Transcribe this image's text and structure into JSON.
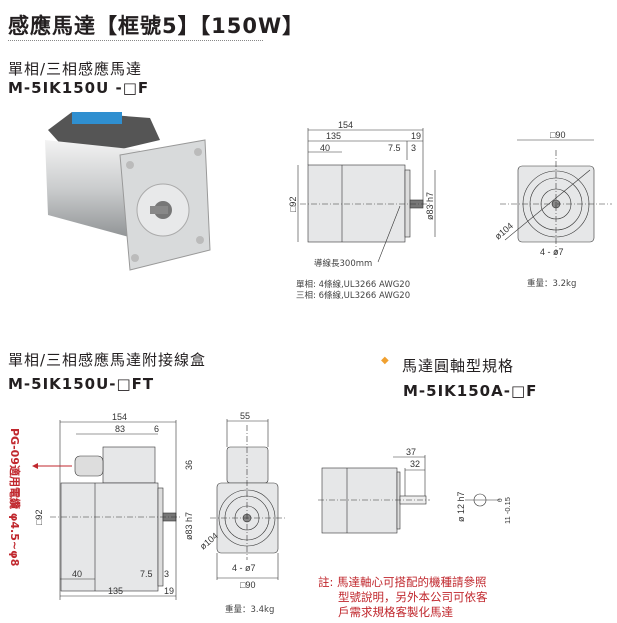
{
  "page": {
    "title": "感應馬達【框號5】【150W】"
  },
  "section1": {
    "heading": "單相/三相感應馬達",
    "model": "M-5IK150U -□F",
    "dims": {
      "overall": "154",
      "body": "135",
      "shaft": "19",
      "rear": "40",
      "flange": "7.5",
      "gap": "3",
      "square": "□92",
      "pilot": "ø83 h7"
    },
    "lead_length": "導線長300mm",
    "wiring": [
      "單相:  4條線,UL3266 AWG20",
      "三相:  6條線,UL3266 AWG20"
    ],
    "front": {
      "square": "□90",
      "pcd": "ø104",
      "holes": "4 - ø7"
    },
    "weight": "重量：3.2kg"
  },
  "section2": {
    "heading": "單相/三相感應馬達附接線盒",
    "model": "M-5IK150U-□FT",
    "cable_note": "PG-09適用電纜 φ4.5~φ8",
    "dims": {
      "overall": "154",
      "box": "83",
      "box_offset": "6",
      "box_height": "36",
      "square": "□92",
      "pilot": "ø83 h7",
      "rear": "40",
      "flange": "7.5",
      "gap": "3",
      "body": "135",
      "shaft": "19"
    },
    "front": {
      "box_width": "55",
      "pcd": "ø104",
      "holes": "4 - ø7",
      "square": "□90"
    },
    "weight": "重量：3.4kg"
  },
  "section3": {
    "bullet": "◆",
    "heading": "馬達圓軸型規格",
    "model": "M-5IK150A-□F",
    "dims": {
      "shaft_total": "37",
      "shaft_usable": "32",
      "shaft_dia": "ø 12 h7",
      "flat": "11 -0.15",
      "flat_upper": "0"
    },
    "note": [
      "註: 馬達軸心可搭配的機種請參照",
      "型號說明，另外本公司可依客",
      "戶需求規格客製化馬達"
    ]
  },
  "colors": {
    "note_red": "#c0272d",
    "bullet": "#f0a030"
  }
}
